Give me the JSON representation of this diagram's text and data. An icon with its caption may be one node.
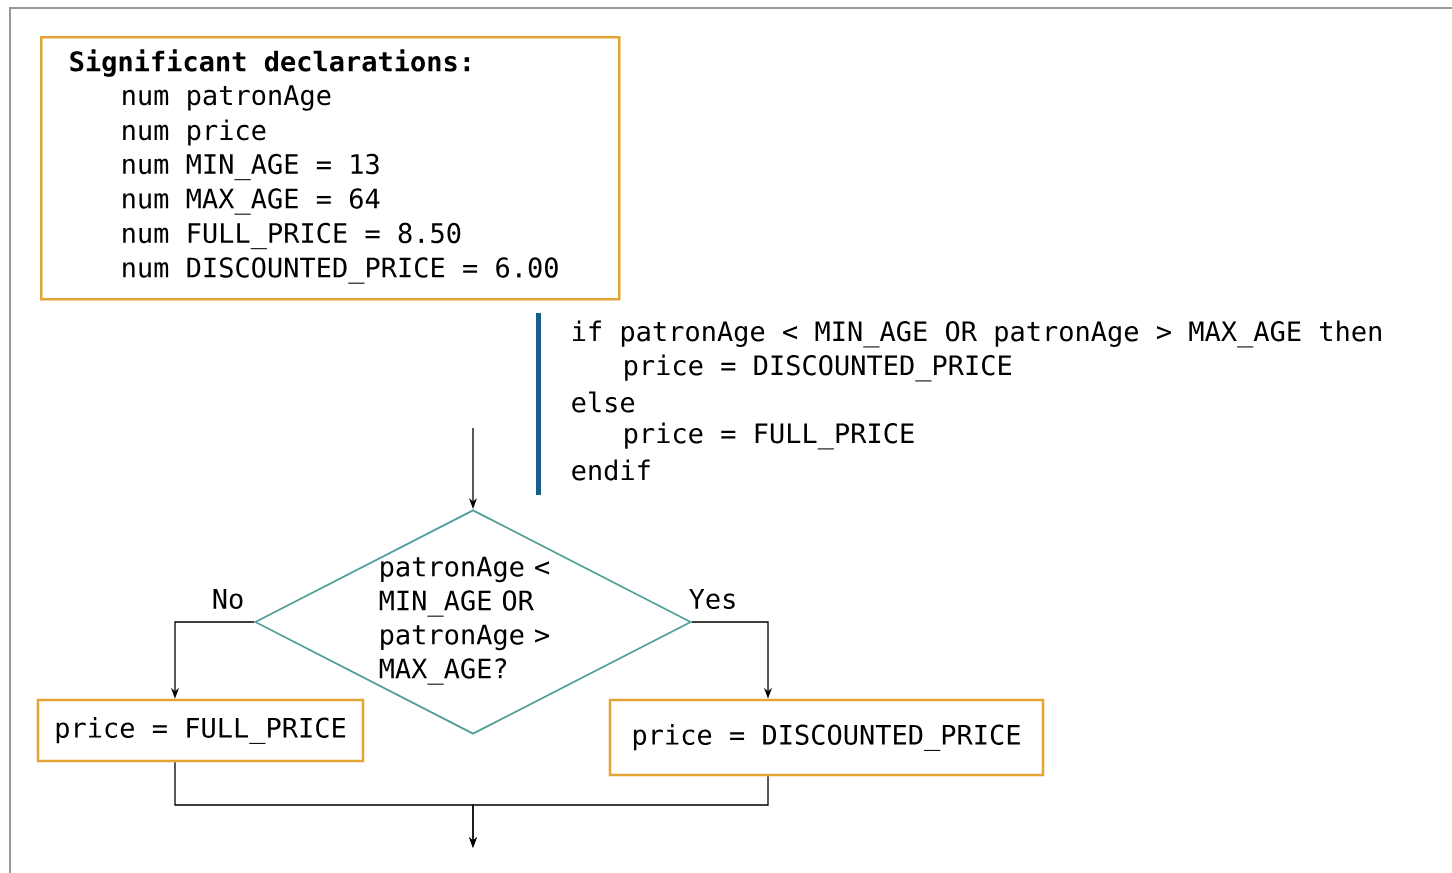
{
  "diagram": {
    "nodes": [
      {
        "text": [
          "Significant declarations:",
          "num patronAge",
          "num price",
          "num MIN_AGE = 13",
          "num MAX_AGE = 64",
          "num FULL_PRICE = 8.50",
          "num DISCOUNTED_PRICE = 6.00"
        ]
      },
      {
        "text": [
          "patronAge < MIN_AGE OR patronAge > MAX_AGE?"
        ]
      },
      {
        "text": [
          "price = FULL_PRICE"
        ]
      },
      {
        "text": [
          "price = DISCOUNTED_PRICE"
        ]
      }
    ],
    "edges": [
      {
        "from": null,
        "to": 1,
        "arrow": "to"
      },
      {
        "from": 1,
        "to": 2,
        "arrow": "to",
        "label": "No"
      },
      {
        "from": 1,
        "to": 3,
        "arrow": "to",
        "label": "Yes"
      },
      {
        "from": 2,
        "to": null,
        "arrow": "to"
      },
      {
        "from": 3,
        "to": null,
        "arrow": "to"
      }
    ],
    "labels": [
      "if patronAge < MIN_AGE OR patronAge > MAX_AGE then",
      "price = DISCOUNTED_PRICE",
      "else",
      "price = FULL_PRICE",
      "endif"
    ]
  }
}
